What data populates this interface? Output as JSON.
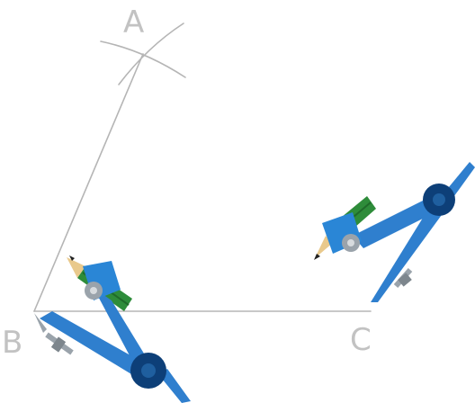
{
  "points": {
    "A": {
      "label": "A"
    },
    "B": {
      "label": "B"
    },
    "C": {
      "label": "C"
    }
  },
  "colors": {
    "construction_line": "#b5b5b5",
    "label": "#c2c2c2",
    "compass_leg": "#2f7fce",
    "compass_leg_dark": "#1f5f9f",
    "compass_hinge": "#0d3f78",
    "compass_clamp": "#2a86d6",
    "screw": "#9aa3ab",
    "pencil_body": "#2e8c3a",
    "pencil_tip": "#e9c98c",
    "pencil_lead": "#222222"
  },
  "icons": [
    "compass-icon",
    "pencil-icon"
  ]
}
